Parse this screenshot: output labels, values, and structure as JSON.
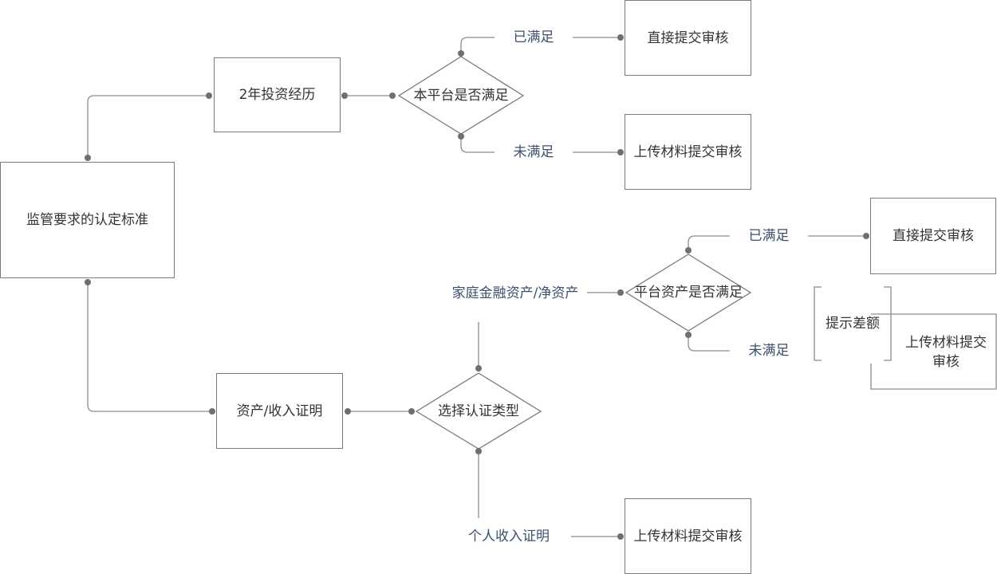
{
  "nodes": {
    "root": "监管要求的认定标准",
    "exp": "2年投资经历",
    "q_platform": "本平台是否满足",
    "exp_yes_label": "已满足",
    "exp_yes_result": "直接提交审核",
    "exp_no_label": "未满足",
    "exp_no_result": "上传材料提交审核",
    "asset": "资产/收入证明",
    "q_type": "选择认证类型",
    "type_family": "家庭金融资产/净资产",
    "type_income": "个人收入证明",
    "income_result": "上传材料提交审核",
    "q_asset": "平台资产是否满足",
    "asset_yes_label": "已满足",
    "asset_yes_result": "直接提交审核",
    "asset_no_label": "未满足",
    "asset_no_hint": "提示差额",
    "asset_no_result": "上传材料提交审核"
  },
  "colors": {
    "line": "#8c8c8c",
    "dot": "#6f6f6f",
    "box_border": "#7a7a7a",
    "text": "#333333",
    "label_text": "#3d4f6e"
  }
}
